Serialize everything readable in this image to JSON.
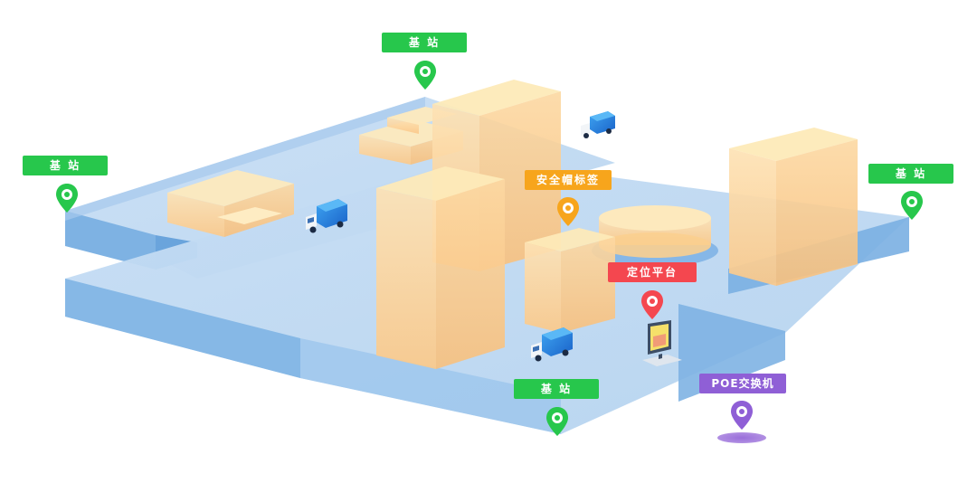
{
  "labels": {
    "base_station_top": "基 站",
    "base_station_left": "基 站",
    "base_station_right": "基 站",
    "base_station_bottom": "基 站",
    "safety_helmet_tag": "安全帽标签",
    "positioning_platform": "定位平台",
    "poe_switch": "POE交换机"
  },
  "colors": {
    "base_station": "#27c74c",
    "safety_helmet_tag": "#f7a51c",
    "positioning_platform": "#f4474f",
    "poe_switch": "#8f5fd6",
    "floor": "#a9cdee",
    "building": "#fcd7a0"
  },
  "icons": {
    "marker": "map-pin-icon",
    "vehicle": "truck-icon",
    "platform": "computer-monitor-icon"
  }
}
